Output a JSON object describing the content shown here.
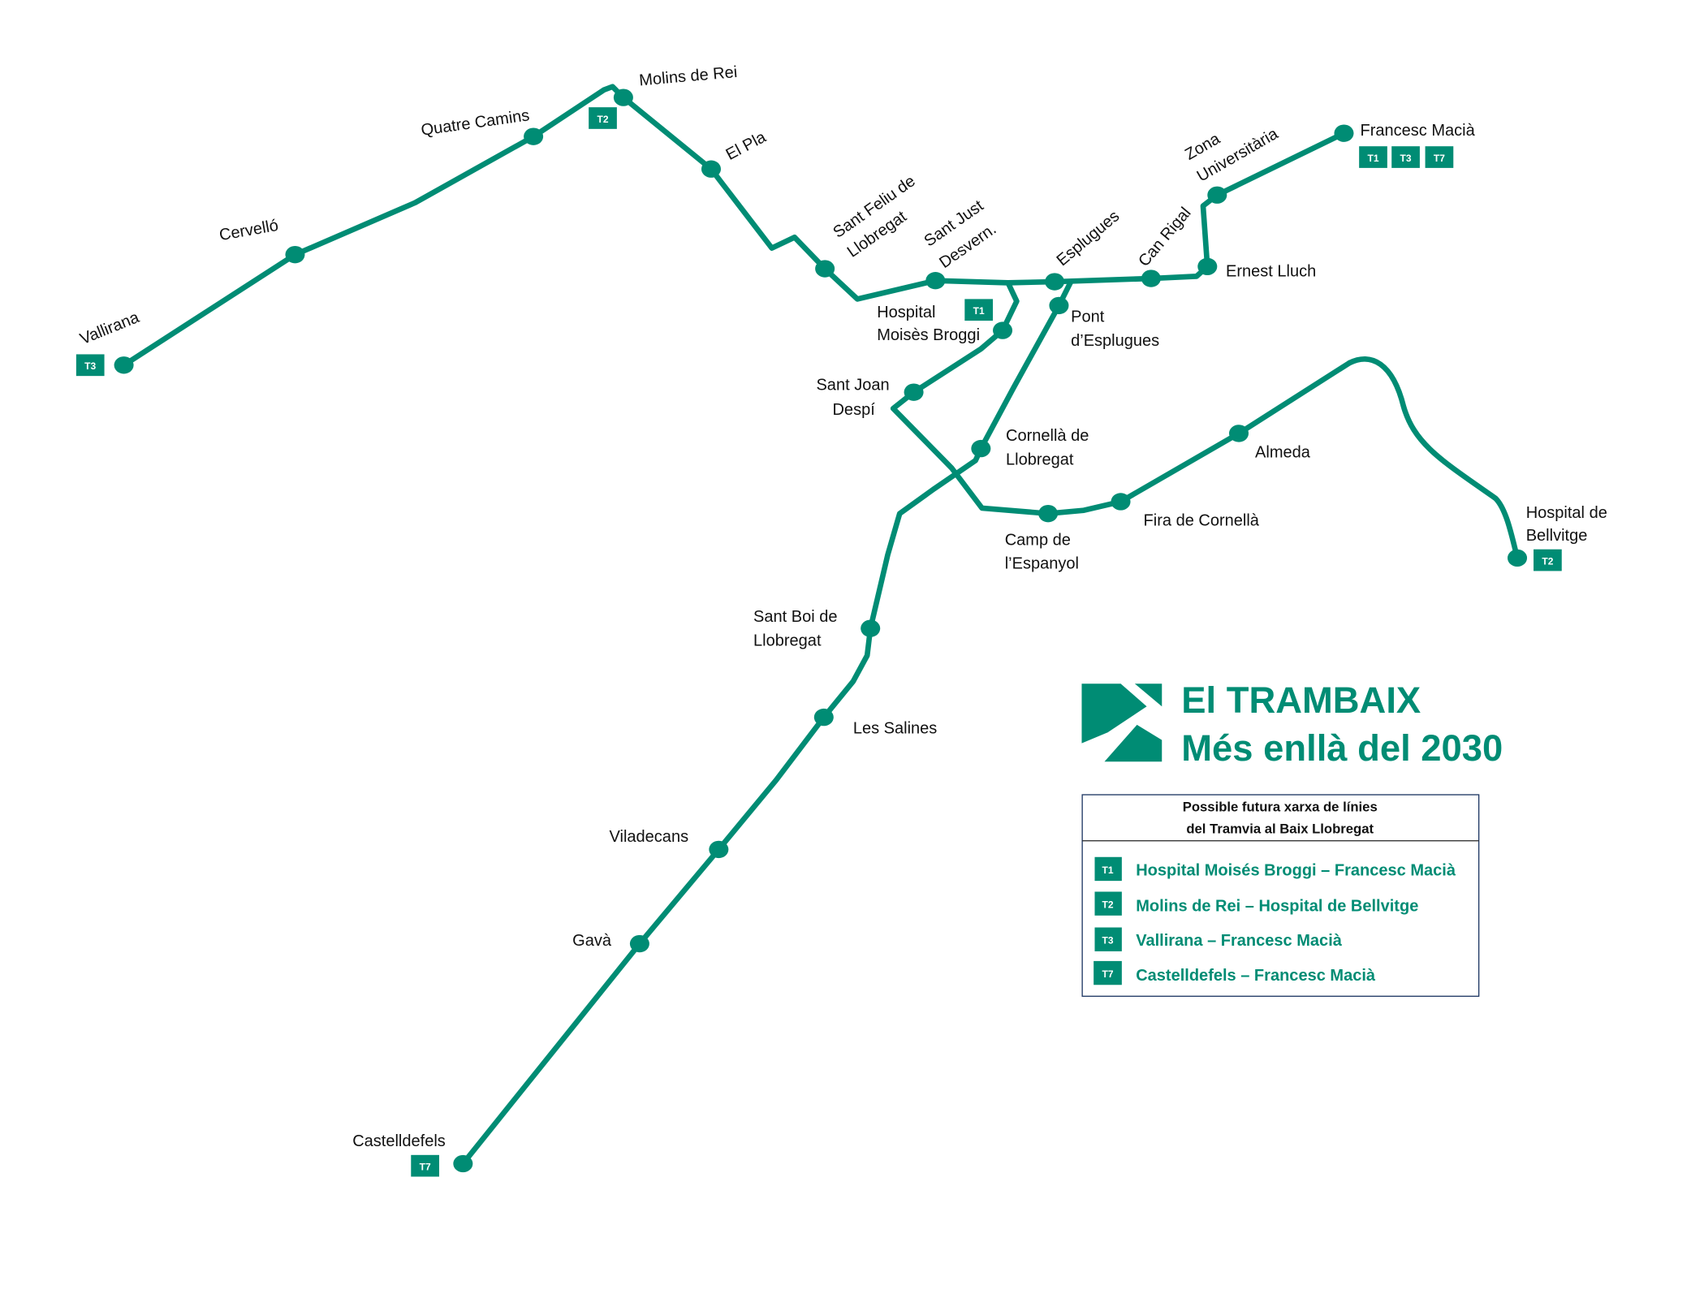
{
  "map_title": {
    "line1": "El TRAMBAIX",
    "line2": "Més enllà del 2030"
  },
  "colors": {
    "tram": "#008C74",
    "text": "#111111",
    "legend_border": "#1F3864"
  },
  "stations": {
    "vallirana": [
      "Vallirana"
    ],
    "cervello": [
      "Cervelló"
    ],
    "quatre_camins": [
      "Quatre Camins"
    ],
    "molins": [
      "Molins de Rei"
    ],
    "el_pla": [
      "El Pla"
    ],
    "sant_feliu": [
      "Sant Feliu de",
      "Llobregat"
    ],
    "sant_just": [
      "Sant Just",
      "Desvern."
    ],
    "esplugues": [
      "Esplugues"
    ],
    "can_rigal": [
      "Can Rigal"
    ],
    "zona_univ": [
      "Zona",
      "Universitària"
    ],
    "francesc_macia": [
      "Francesc Macià"
    ],
    "ernest_lluch": [
      "Ernest Lluch"
    ],
    "hospital_broggi": [
      "Hospital",
      "Moisès Broggi"
    ],
    "pont_esplugues": [
      "Pont",
      "d’Esplugues"
    ],
    "sant_joan": [
      "Sant Joan",
      "Despí"
    ],
    "cornella": [
      "Cornellà de",
      "Llobregat"
    ],
    "camp_espanyol": [
      "Camp de",
      "l’Espanyol"
    ],
    "fira": [
      "Fira de Cornellà"
    ],
    "almeda": [
      "Almeda"
    ],
    "bellvitge": [
      "Hospital de",
      "Bellvitge"
    ],
    "sant_boi": [
      "Sant Boi de",
      "Llobregat"
    ],
    "les_salines": [
      "Les Salines"
    ],
    "viladecans": [
      "Viladecans"
    ],
    "gava": [
      "Gavà"
    ],
    "castelldefels": [
      "Castelldefels"
    ]
  },
  "badges": {
    "t1": "T1",
    "t2": "T2",
    "t3": "T3",
    "t7": "T7"
  },
  "legend": {
    "header_line1": "Possible futura xarxa de  línies",
    "header_line2": "del Tramvia al Baix Llobregat",
    "items": [
      {
        "badge": "T1",
        "label": "Hospital Moisés Broggi – Francesc Macià"
      },
      {
        "badge": "T2",
        "label": "Molins de Rei – Hospital de Bellvitge"
      },
      {
        "badge": "T3",
        "label": "Vallirana – Francesc Macià"
      },
      {
        "badge": "T7",
        "label": "Castelldefels – Francesc Macià"
      }
    ]
  }
}
